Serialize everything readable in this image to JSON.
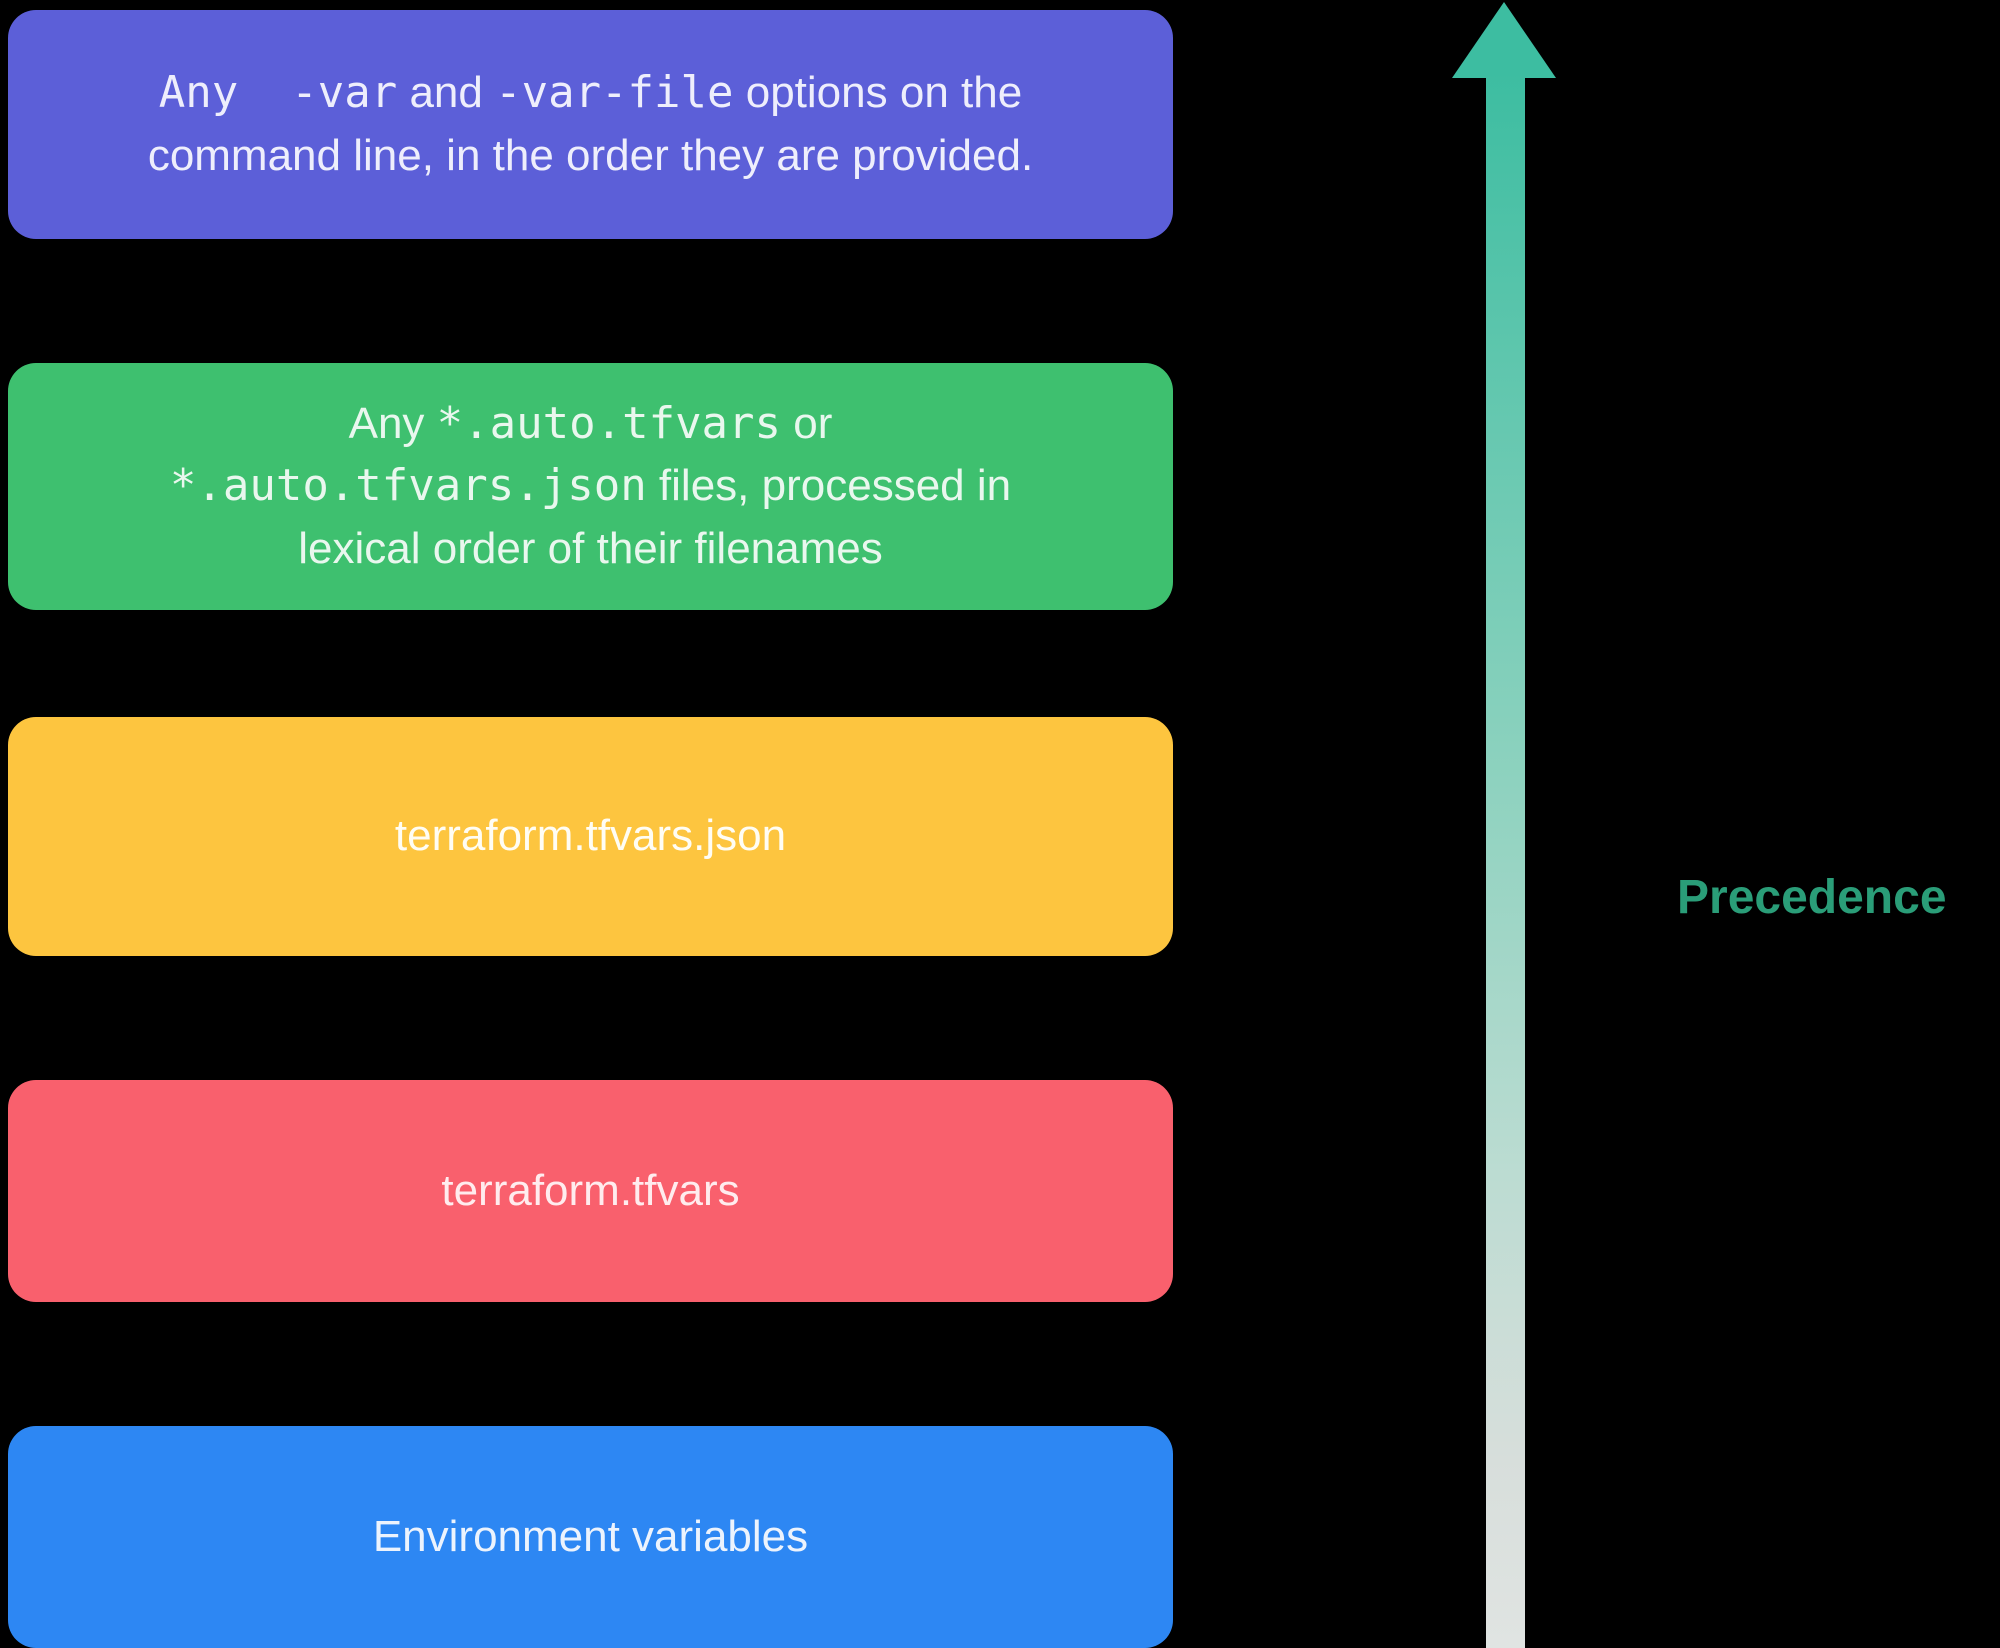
{
  "background_color": "#000000",
  "boxes": [
    {
      "id": "cli-var-options",
      "color": "#5c5fd8",
      "text_full": "Any  -var and -var-file options on the command line, in the order they are provided.",
      "segments": [
        {
          "text": "Any  -var",
          "style": "mono"
        },
        {
          "text": " and ",
          "style": "sans"
        },
        {
          "text": "-var-file",
          "style": "mono"
        },
        {
          "text": " options on the command line, in the order they are provided.",
          "style": "sans"
        }
      ]
    },
    {
      "id": "auto-tfvars-files",
      "color": "#3ec06f",
      "text_full": "Any *.auto.tfvars or *.auto.tfvars.json files, processed in lexical order of their filenames",
      "segments": [
        {
          "text": "Any ",
          "style": "sans"
        },
        {
          "text": "*.auto.tfvars",
          "style": "mono"
        },
        {
          "text": " or ",
          "style": "sans"
        },
        {
          "text": "*.auto.tfvars.json",
          "style": "mono"
        },
        {
          "text": " files, processed in lexical order of their filenames",
          "style": "sans"
        }
      ]
    },
    {
      "id": "terraform-tfvars-json",
      "color": "#fdc53f",
      "label": "terraform.tfvars.json"
    },
    {
      "id": "terraform-tfvars",
      "color": "#f9606d",
      "label": "terraform.tfvars"
    },
    {
      "id": "environment-variables",
      "color": "#2d87f3",
      "label": "Environment variables"
    }
  ],
  "arrow": {
    "direction": "up",
    "label": "Precedence",
    "label_color": "#2a9d78",
    "head_color": "#3dbda1",
    "gradient_top": "#3dbda1",
    "gradient_bottom": "#e0e4e2"
  }
}
